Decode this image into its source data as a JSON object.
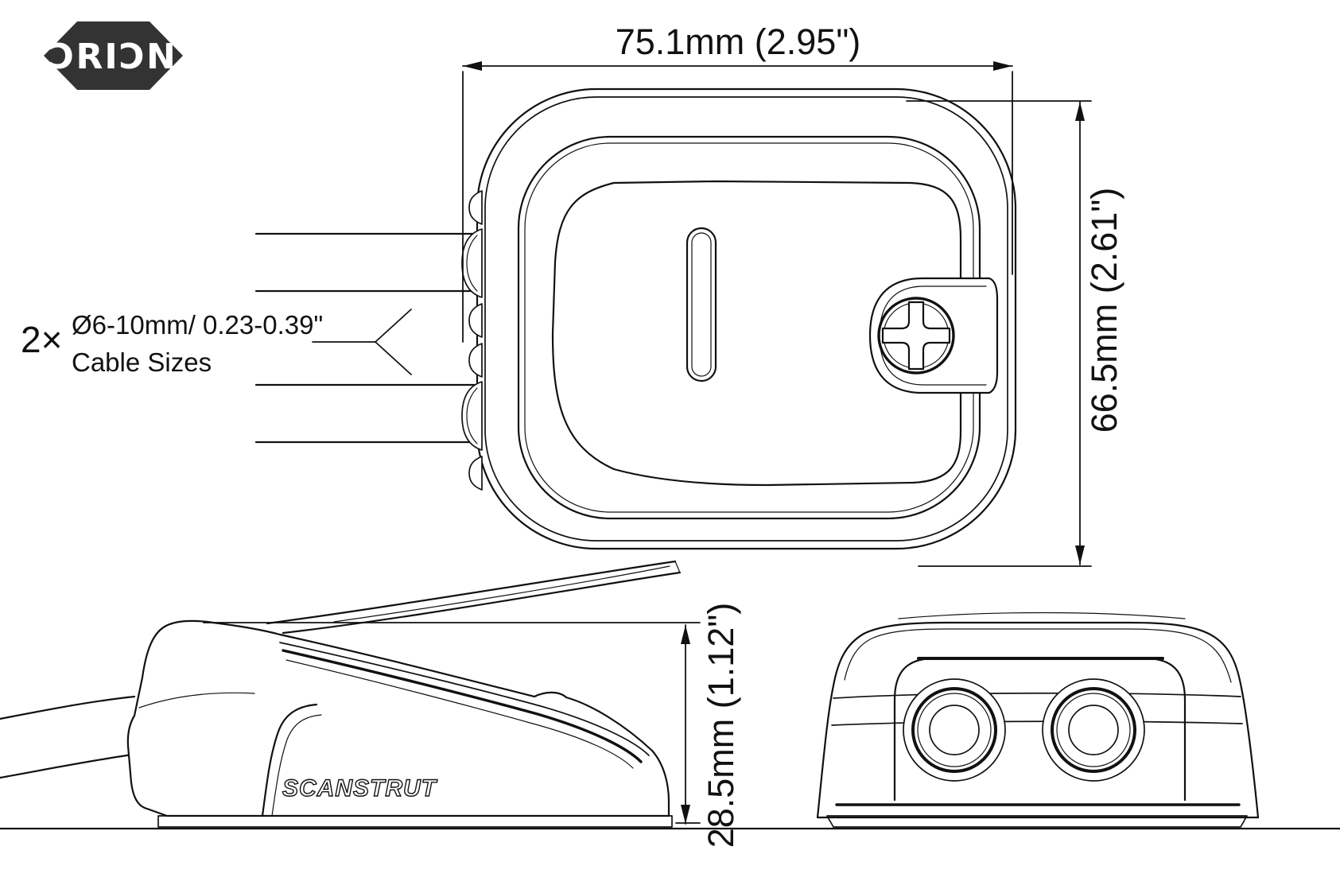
{
  "page": {
    "background": "#ffffff",
    "line_color": "#111111",
    "description": "Technical dimension drawing, three orthographic views of a two-cable deck seal"
  },
  "branding": {
    "orion_logo_text": "ƆRIƆN",
    "orion_logo_bg": "#333333",
    "orion_logo_text_color": "#ffffff",
    "scanstrut_logo_text": "SCANSTRUT"
  },
  "dimensions": {
    "width_label": "75.1mm (2.95\")",
    "height_label": "66.5mm (2.61\")",
    "depth_label": "28.5mm (1.12\")"
  },
  "callout": {
    "quantity": "2×",
    "size_range": "Ø6-10mm/ 0.23-0.39\"",
    "caption": "Cable Sizes"
  }
}
